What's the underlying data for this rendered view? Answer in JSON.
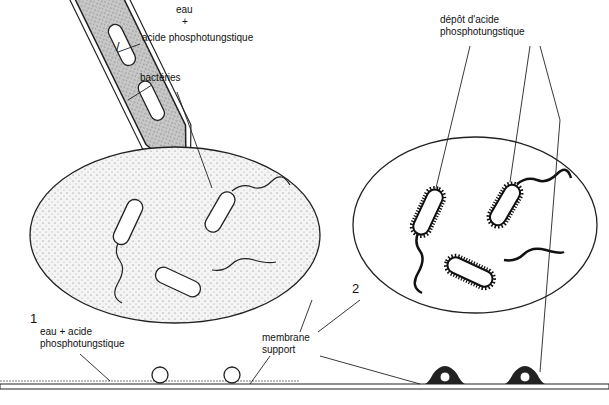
{
  "diagram": {
    "labels": [
      "/",
      "eau",
      "+",
      "acide phosphotungstique",
      "bactéries",
      "dépôt d'acide phosphotungstique",
      "1",
      "eau + acide phosphotungstique",
      "membrane support",
      "2"
    ]
  }
}
